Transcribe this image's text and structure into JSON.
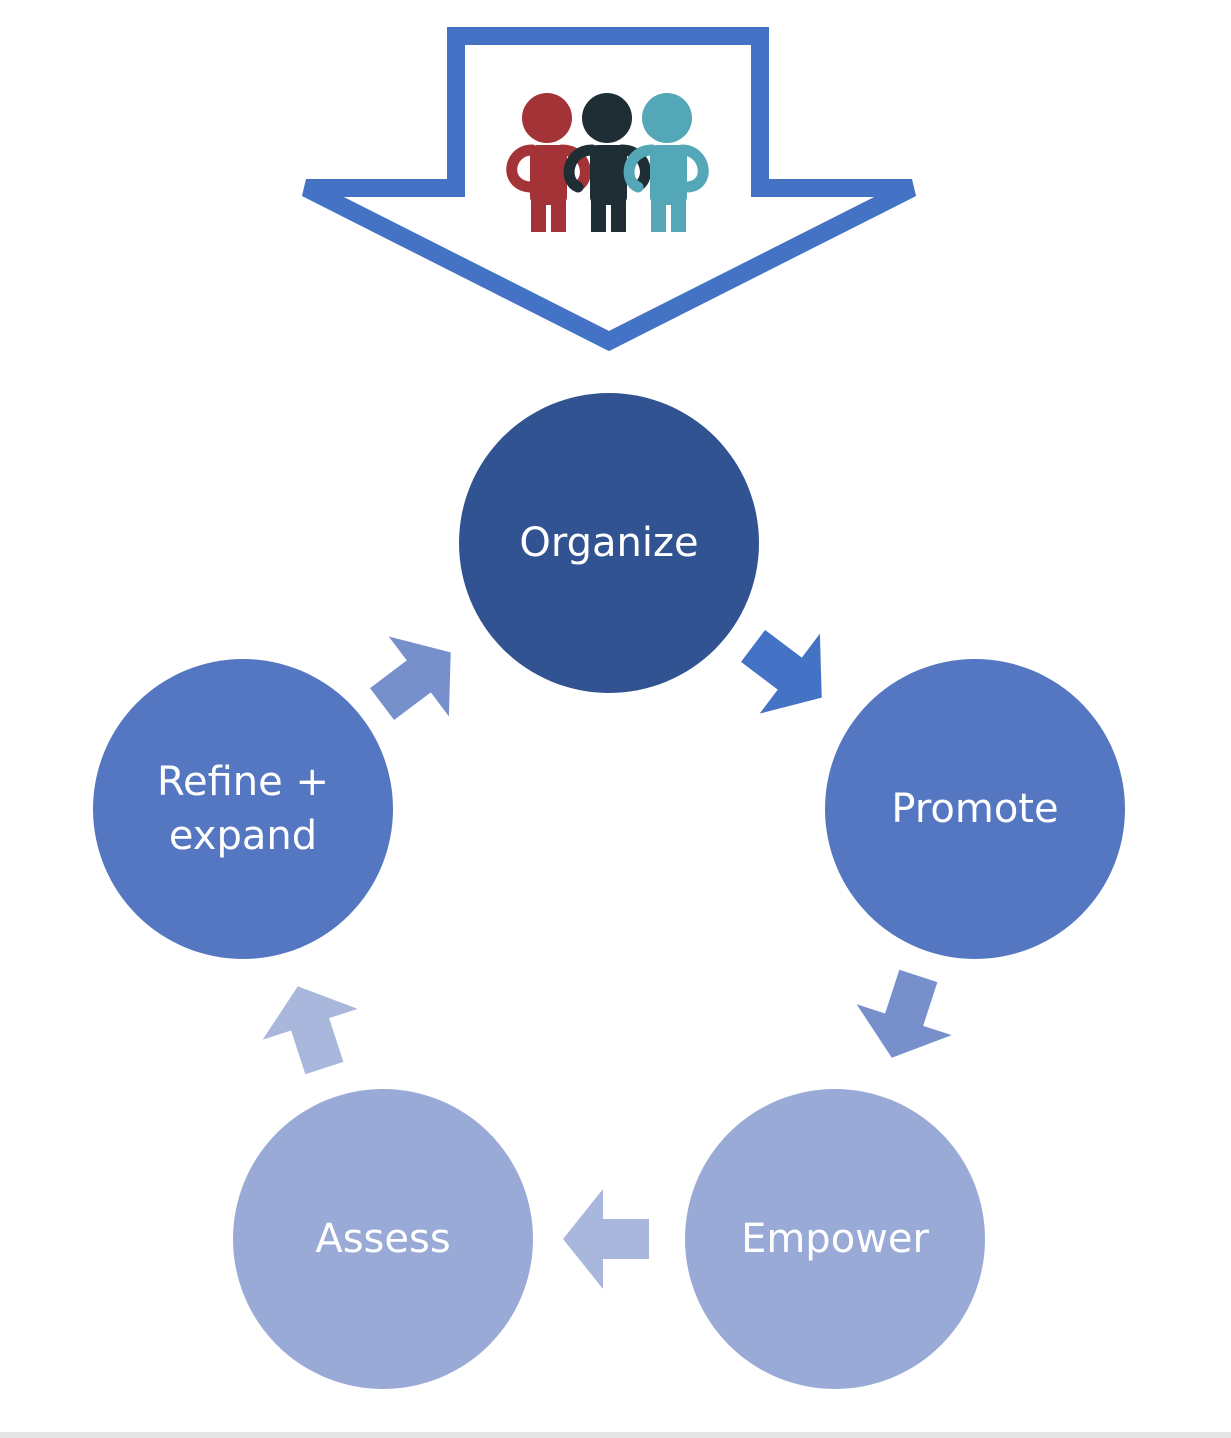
{
  "diagram": {
    "type": "cycle",
    "colors": {
      "dark": "#325391",
      "medium": "#5577c1",
      "light": "#9aaad7",
      "arrow_outline": "#4472c4"
    },
    "header_icon": "people-group-icon",
    "nodes": [
      {
        "id": "organize",
        "label": "Organize",
        "tone": "dark"
      },
      {
        "id": "promote",
        "label": "Promote",
        "tone": "medium"
      },
      {
        "id": "empower",
        "label": "Empower",
        "tone": "light"
      },
      {
        "id": "assess",
        "label": "Assess",
        "tone": "light"
      },
      {
        "id": "refine",
        "label_line1": "Refine +",
        "label_line2": "expand",
        "tone": "medium"
      }
    ],
    "edges": [
      {
        "from": "organize",
        "to": "promote"
      },
      {
        "from": "promote",
        "to": "empower"
      },
      {
        "from": "empower",
        "to": "assess"
      },
      {
        "from": "assess",
        "to": "refine"
      },
      {
        "from": "refine",
        "to": "organize"
      }
    ]
  }
}
